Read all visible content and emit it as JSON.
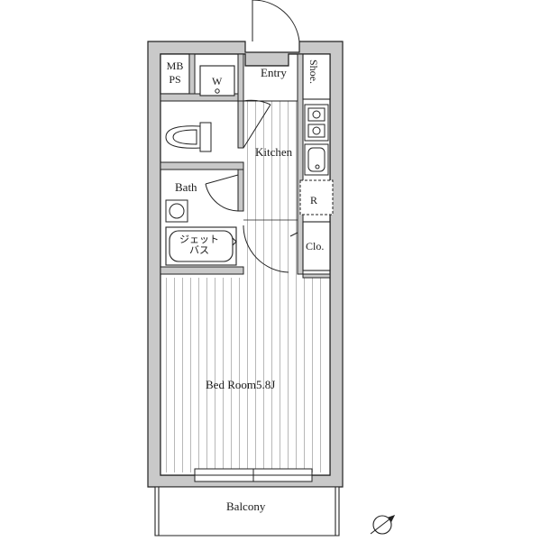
{
  "rooms": {
    "mb": "MB",
    "ps": "PS",
    "washer": "W",
    "entry": "Entry",
    "shoe": "Shoe.",
    "kitchen": "Kitchen",
    "bath": "Bath",
    "jet_line1": "ジェット",
    "jet_line2": "バス",
    "fridge": "R",
    "closet": "Clo.",
    "bedroom": "Bed Room5.8J",
    "balcony": "Balcony"
  },
  "colors": {
    "wall_fill": "#c9c9c9",
    "line": "#222222",
    "hatch": "#b5b5b5"
  },
  "icons": {
    "compass": "north-compass-icon"
  }
}
